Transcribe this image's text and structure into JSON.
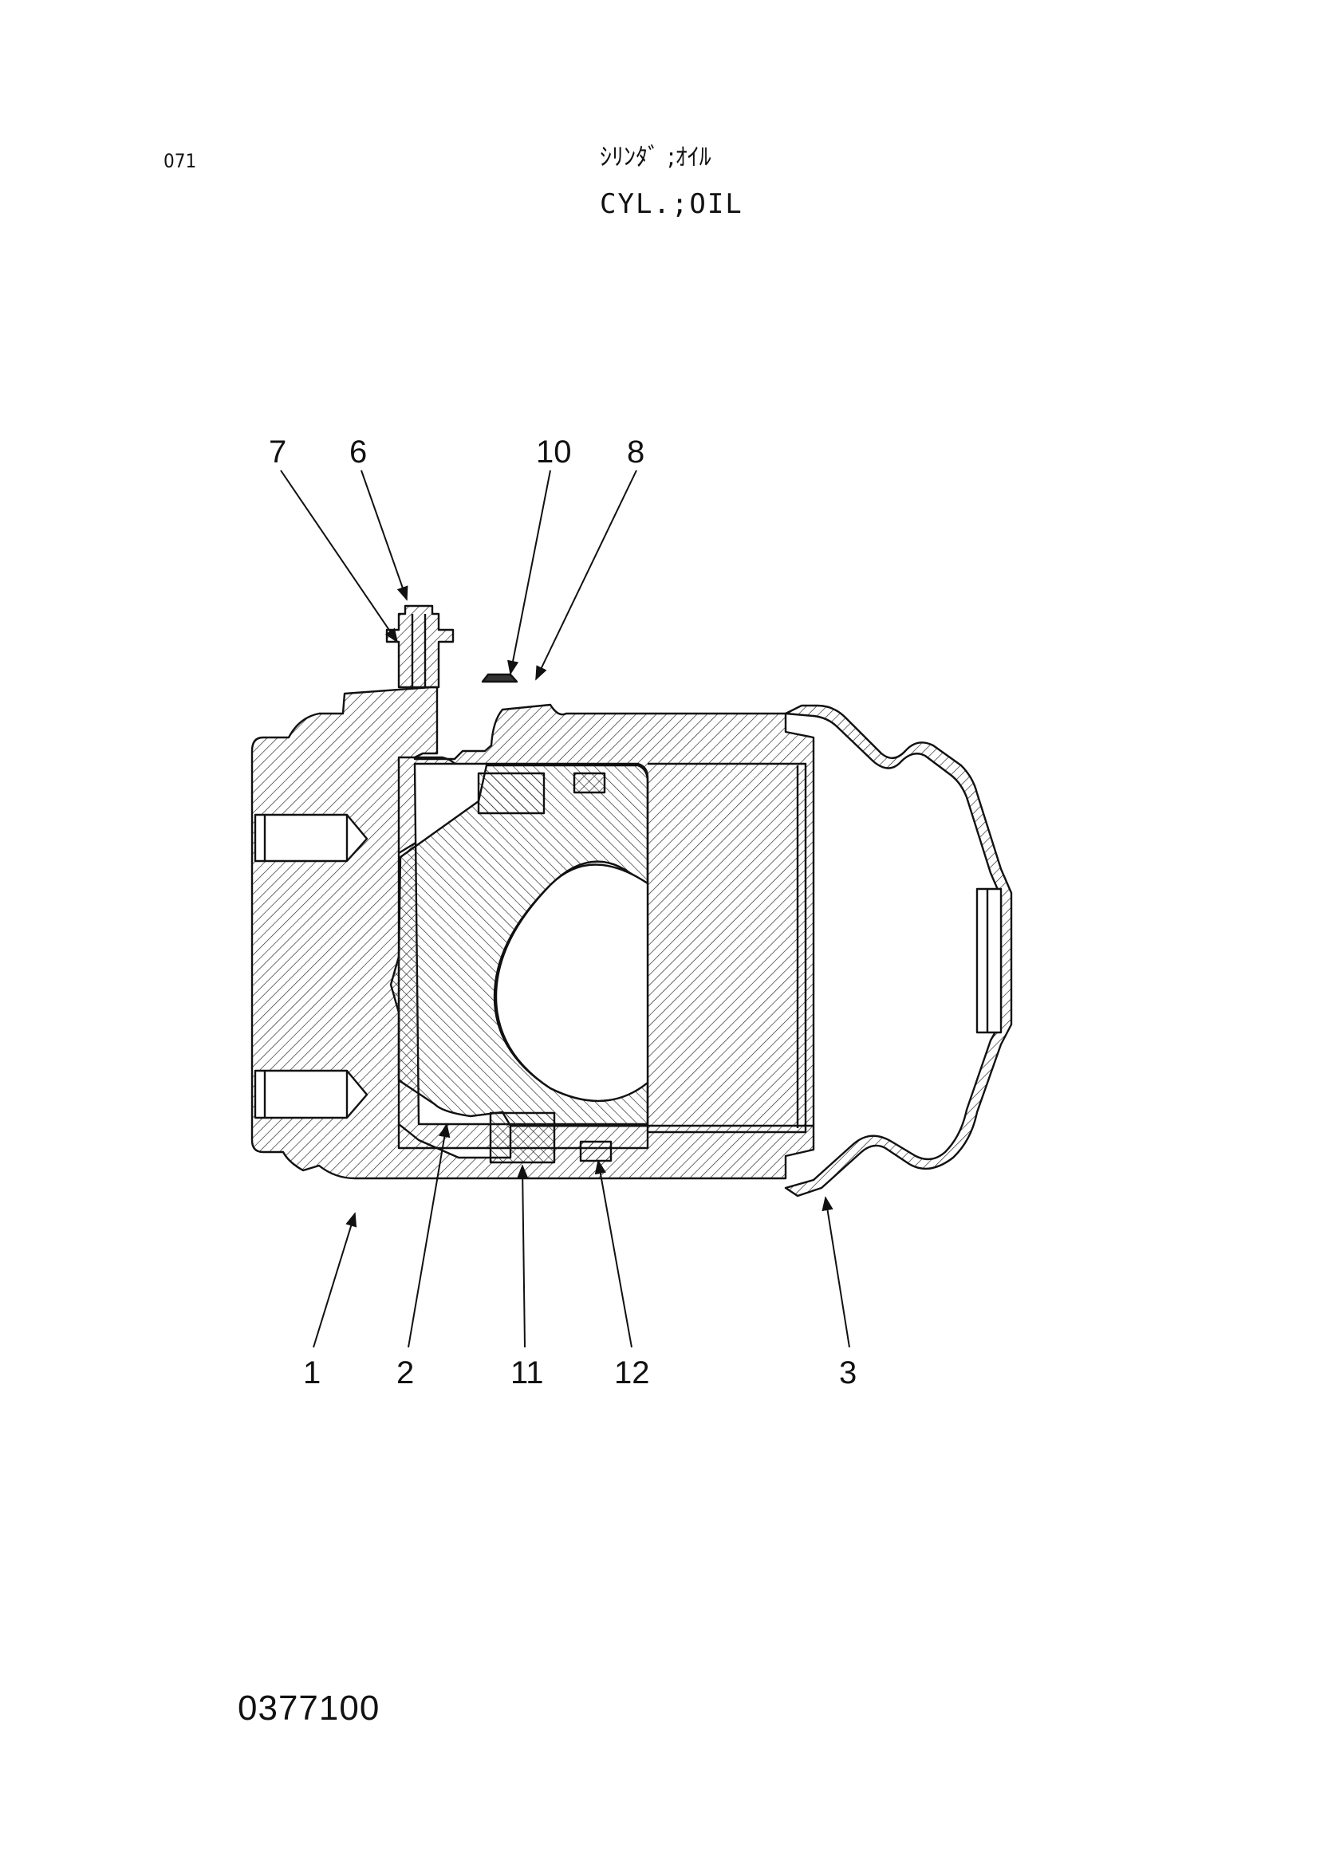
{
  "header": {
    "page_number": "071",
    "title_jp": "ｼﾘﾝﾀﾞ ;ｵｲﾙ",
    "title_en": "CYL.;OIL"
  },
  "diagram": {
    "callouts": [
      {
        "id": "7",
        "label": "7"
      },
      {
        "id": "6",
        "label": "6"
      },
      {
        "id": "10",
        "label": "10"
      },
      {
        "id": "8",
        "label": "8"
      },
      {
        "id": "1",
        "label": "1"
      },
      {
        "id": "2",
        "label": "2"
      },
      {
        "id": "11",
        "label": "11"
      },
      {
        "id": "12",
        "label": "12"
      },
      {
        "id": "3",
        "label": "3"
      }
    ]
  },
  "footer": {
    "drawing_number": "0377100"
  }
}
